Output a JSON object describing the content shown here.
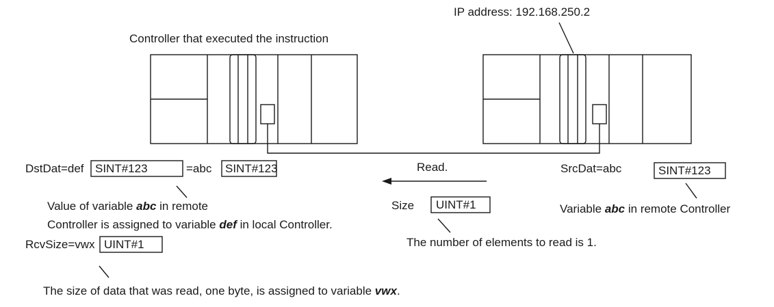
{
  "local_controller": {
    "caption": "Controller that executed the instruction"
  },
  "remote_controller": {
    "ip_label": "IP address: 192.168.250.2"
  },
  "dst": {
    "label": "DstDat=def",
    "value1": "SINT#123",
    "eq": "=abc",
    "value2": "SINT#123",
    "note_line1_a": "Value of variable ",
    "note_line1_var": "abc",
    "note_line1_b": " in remote",
    "note_line2_a": "Controller is assigned to variable ",
    "note_line2_var": "def",
    "note_line2_b": " in local Controller."
  },
  "read": {
    "label": "Read."
  },
  "size": {
    "label": "Size",
    "value": "UINT#1",
    "note": "The number of elements to read is 1."
  },
  "src": {
    "label": "SrcDat=abc",
    "value": "SINT#123",
    "note_a": "Variable ",
    "note_var": "abc",
    "note_b": " in remote Controller"
  },
  "rcv": {
    "label": "RcvSize=vwx",
    "value": "UINT#1",
    "note_a": "The size of data that was read, one byte, is assigned to variable ",
    "note_var": "vwx",
    "note_b": "."
  }
}
